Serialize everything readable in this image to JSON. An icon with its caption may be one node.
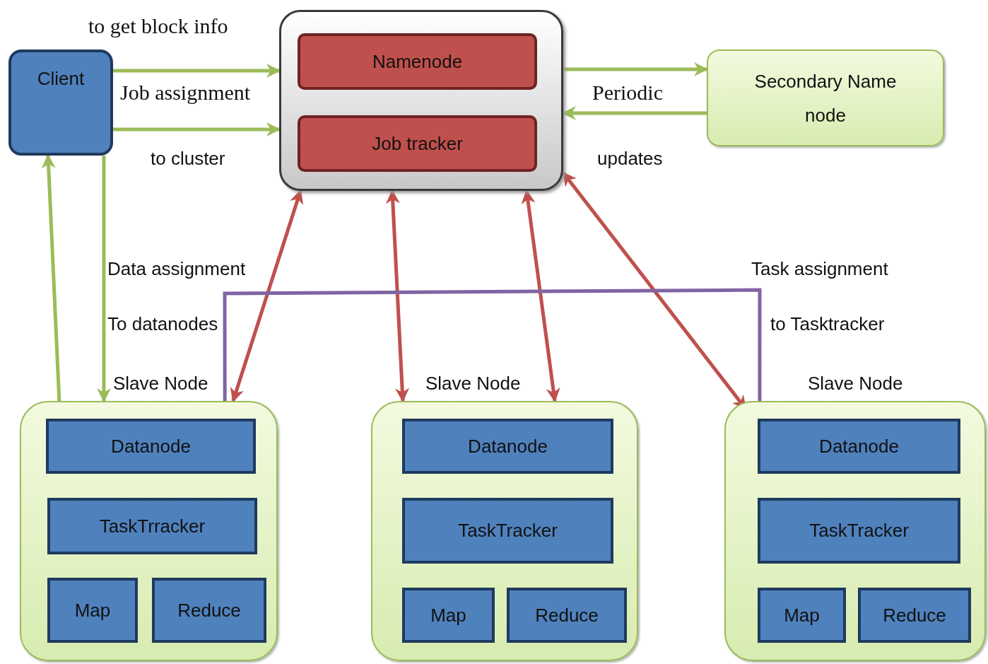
{
  "diagram": {
    "nodes": [
      {
        "text": [
          "Client"
        ]
      },
      {
        "text": [],
        "shape": "box"
      },
      {
        "text": [
          "Namenode"
        ],
        "in": 1
      },
      {
        "text": [
          "Job tracker"
        ],
        "in": 1
      },
      {
        "text": [
          "Secondary Name node"
        ]
      },
      {
        "text": [
          "Slave Node"
        ]
      },
      {
        "text": [
          "Datanode"
        ],
        "in": 5
      },
      {
        "text": [
          "TaskTrracker"
        ],
        "in": 5
      },
      {
        "text": [
          "Map"
        ],
        "in": 5
      },
      {
        "text": [
          "Reduce"
        ],
        "in": 5
      },
      {
        "text": [
          "Slave Node"
        ]
      },
      {
        "text": [
          "Datanode"
        ],
        "in": 10
      },
      {
        "text": [
          "TaskTracker"
        ],
        "in": 10
      },
      {
        "text": [
          "Map"
        ],
        "in": 10
      },
      {
        "text": [
          "Reduce"
        ],
        "in": 10
      },
      {
        "text": [
          "Slave Node"
        ]
      },
      {
        "text": [
          "Datanode"
        ],
        "in": 15
      },
      {
        "text": [
          "TaskTracker"
        ],
        "in": 15
      },
      {
        "text": [
          "Map"
        ],
        "in": 15
      },
      {
        "text": [
          "Reduce"
        ],
        "in": 15
      }
    ],
    "edges": [
      {
        "from": 0,
        "to": 1,
        "arrow": "to"
      },
      {
        "from": 0,
        "to": 1,
        "arrow": "to"
      },
      {
        "from": 1,
        "to": 4,
        "arrow": "to"
      },
      {
        "from": 4,
        "to": 1,
        "arrow": "to"
      },
      {
        "from": 0,
        "to": 5,
        "arrow": "to"
      },
      {
        "from": 5,
        "to": 0,
        "arrow": "to"
      },
      {
        "from": 1,
        "to": 5,
        "arrow": "both",
        "color": "#c0504d"
      },
      {
        "from": 1,
        "to": 10,
        "arrow": "both",
        "color": "#c0504d"
      },
      {
        "from": 1,
        "to": 10,
        "arrow": "both",
        "color": "#c0504d"
      },
      {
        "from": 1,
        "to": 15,
        "arrow": "both",
        "color": "#c0504d"
      },
      {
        "from": 5,
        "to": 15,
        "arrow": "none",
        "color": "#8064a2"
      }
    ],
    "labels": [
      "to get block info",
      "Job assignment",
      "to cluster",
      "Periodic",
      "updates",
      "Data assignment",
      "Task assignment",
      "To datanodes",
      "to Tasktracker"
    ]
  }
}
